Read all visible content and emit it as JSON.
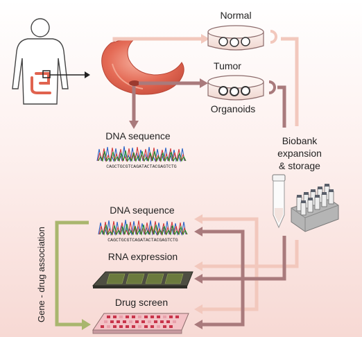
{
  "labels": {
    "normal": "Normal",
    "tumor": "Tumor",
    "organoids": "Organoids",
    "dna_sequence_top": "DNA sequence",
    "sequence_text_top": "CAGCTGCGTCAGATACTACGAGTCTG",
    "biobank_line1": "Biobank",
    "biobank_line2": "expansion",
    "biobank_line3": "& storage",
    "dna_sequence_bottom": "DNA sequence",
    "sequence_text_bottom": "CAGCTGCGTCAGATACTACGAGTCTG",
    "rna_expression": "RNA expression",
    "drug_screen": "Drug screen",
    "gene_drug_association": "Gene - drug association"
  },
  "colors": {
    "light_arrow": "#f2c8bd",
    "dark_arrow": "#a97a7c",
    "green_arrow": "#a9b66e",
    "stomach": "#e46a55",
    "body_outline": "#444444"
  }
}
